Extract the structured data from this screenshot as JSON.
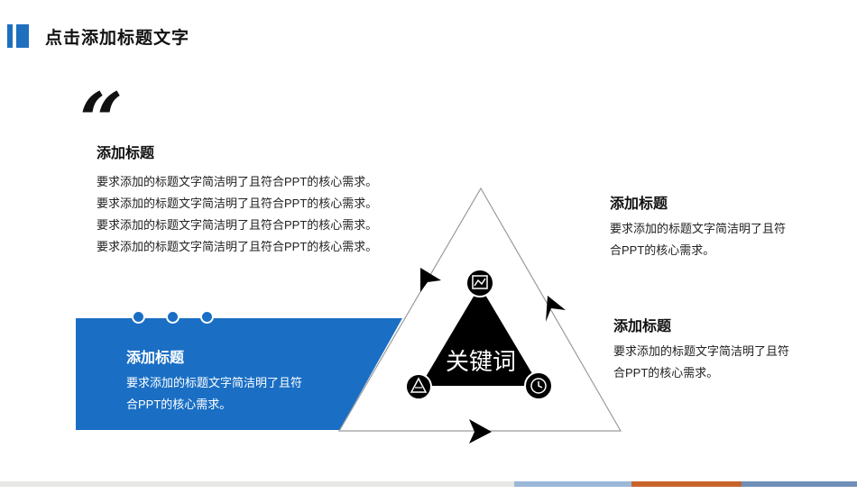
{
  "header": {
    "title": "点击添加标题文字"
  },
  "quote_mark": "“",
  "block_top": {
    "heading": "添加标题",
    "lines": [
      "要求添加的标题文字简洁明了且符合PPT的核心需求。",
      "要求添加的标题文字简洁明了且符合PPT的核心需求。",
      "要求添加的标题文字简洁明了且符合PPT的核心需求。",
      "要求添加的标题文字简洁明了且符合PPT的核心需求。"
    ]
  },
  "block_blue": {
    "heading": "添加标题",
    "lines": [
      "要求添加的标题文字简洁明了且符",
      "合PPT的核心需求。"
    ]
  },
  "block_right_top": {
    "heading": "添加标题",
    "lines": [
      "要求添加的标题文字简洁明了且符",
      "合PPT的核心需求。"
    ]
  },
  "block_right_bottom": {
    "heading": "添加标题",
    "lines": [
      "要求添加的标题文字简洁明了且符",
      "合PPT的核心需求。"
    ]
  },
  "center": {
    "keyword": "关键词"
  },
  "icons": [
    "chart-icon",
    "triangle-logo-icon",
    "clock-icon"
  ],
  "colors": {
    "accent_blue": "#1a6fc4",
    "footer": [
      "#e8e8e4",
      "#9bb8d8",
      "#c8642a",
      "#6f8fb8"
    ]
  }
}
